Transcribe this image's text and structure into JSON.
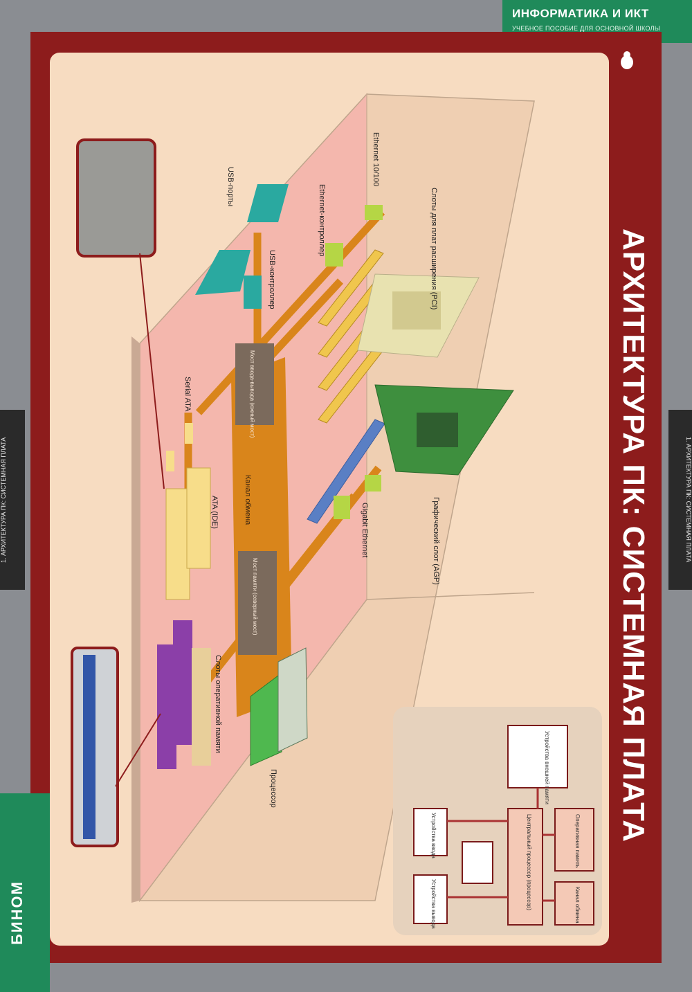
{
  "header": {
    "title": "ИНФОРМАТИКА И ИКТ",
    "subtitle": "УЧЕБНОЕ ПОСОБИЕ ДЛЯ ОСНОВНОЙ ШКОЛЫ"
  },
  "main_title": "АРХИТЕКТУРА ПК: СИСТЕМНАЯ ПЛАТА",
  "side_tabs": {
    "left": "1. АРХИТЕКТУРА ПК: СИСТЕМНАЯ ПЛАТА",
    "right": "1. АРХИТЕКТУРА ПК: СИСТЕМНАЯ ПЛАТА"
  },
  "publisher": "БИНОМ",
  "labels": {
    "ethernet_10_100": "Ethernet 10/100",
    "ethernet_controller": "Ethernet-контроллер",
    "usb_ports": "USB-порты",
    "usb_controller": "USB-контроллер",
    "pci_slots": "Слоты для плат расширения (PCI)",
    "agp_slot": "Графический слот (AGP)",
    "gigabit_ethernet": "Gigabit Ethernet",
    "south_bridge": "Мост ввода-вывода (южный мост)",
    "exchange_bus": "Канал обмена",
    "north_bridge": "Мост памяти (северный мост)",
    "serial_ata": "Serial ATA",
    "ata_ide": "ATA (IDE)",
    "ram_slots": "Слоты оперативной памяти",
    "processor": "Процессор"
  },
  "block_diagram": {
    "external_memory": "Устройства внешней памяти",
    "cpu": "Центральный процессор (процессор)",
    "ram": "Оперативная память",
    "input_device": "Устройства ввода",
    "output_device": "Устройства вывода",
    "bus": "Канал обмена"
  },
  "colors": {
    "frame": "#8d1c1c",
    "panel": "#f7dcc1",
    "brand": "#1f8a5a",
    "board": "#f5b7ae",
    "bus": "#d9851b",
    "chip": "#7b6a5c"
  }
}
